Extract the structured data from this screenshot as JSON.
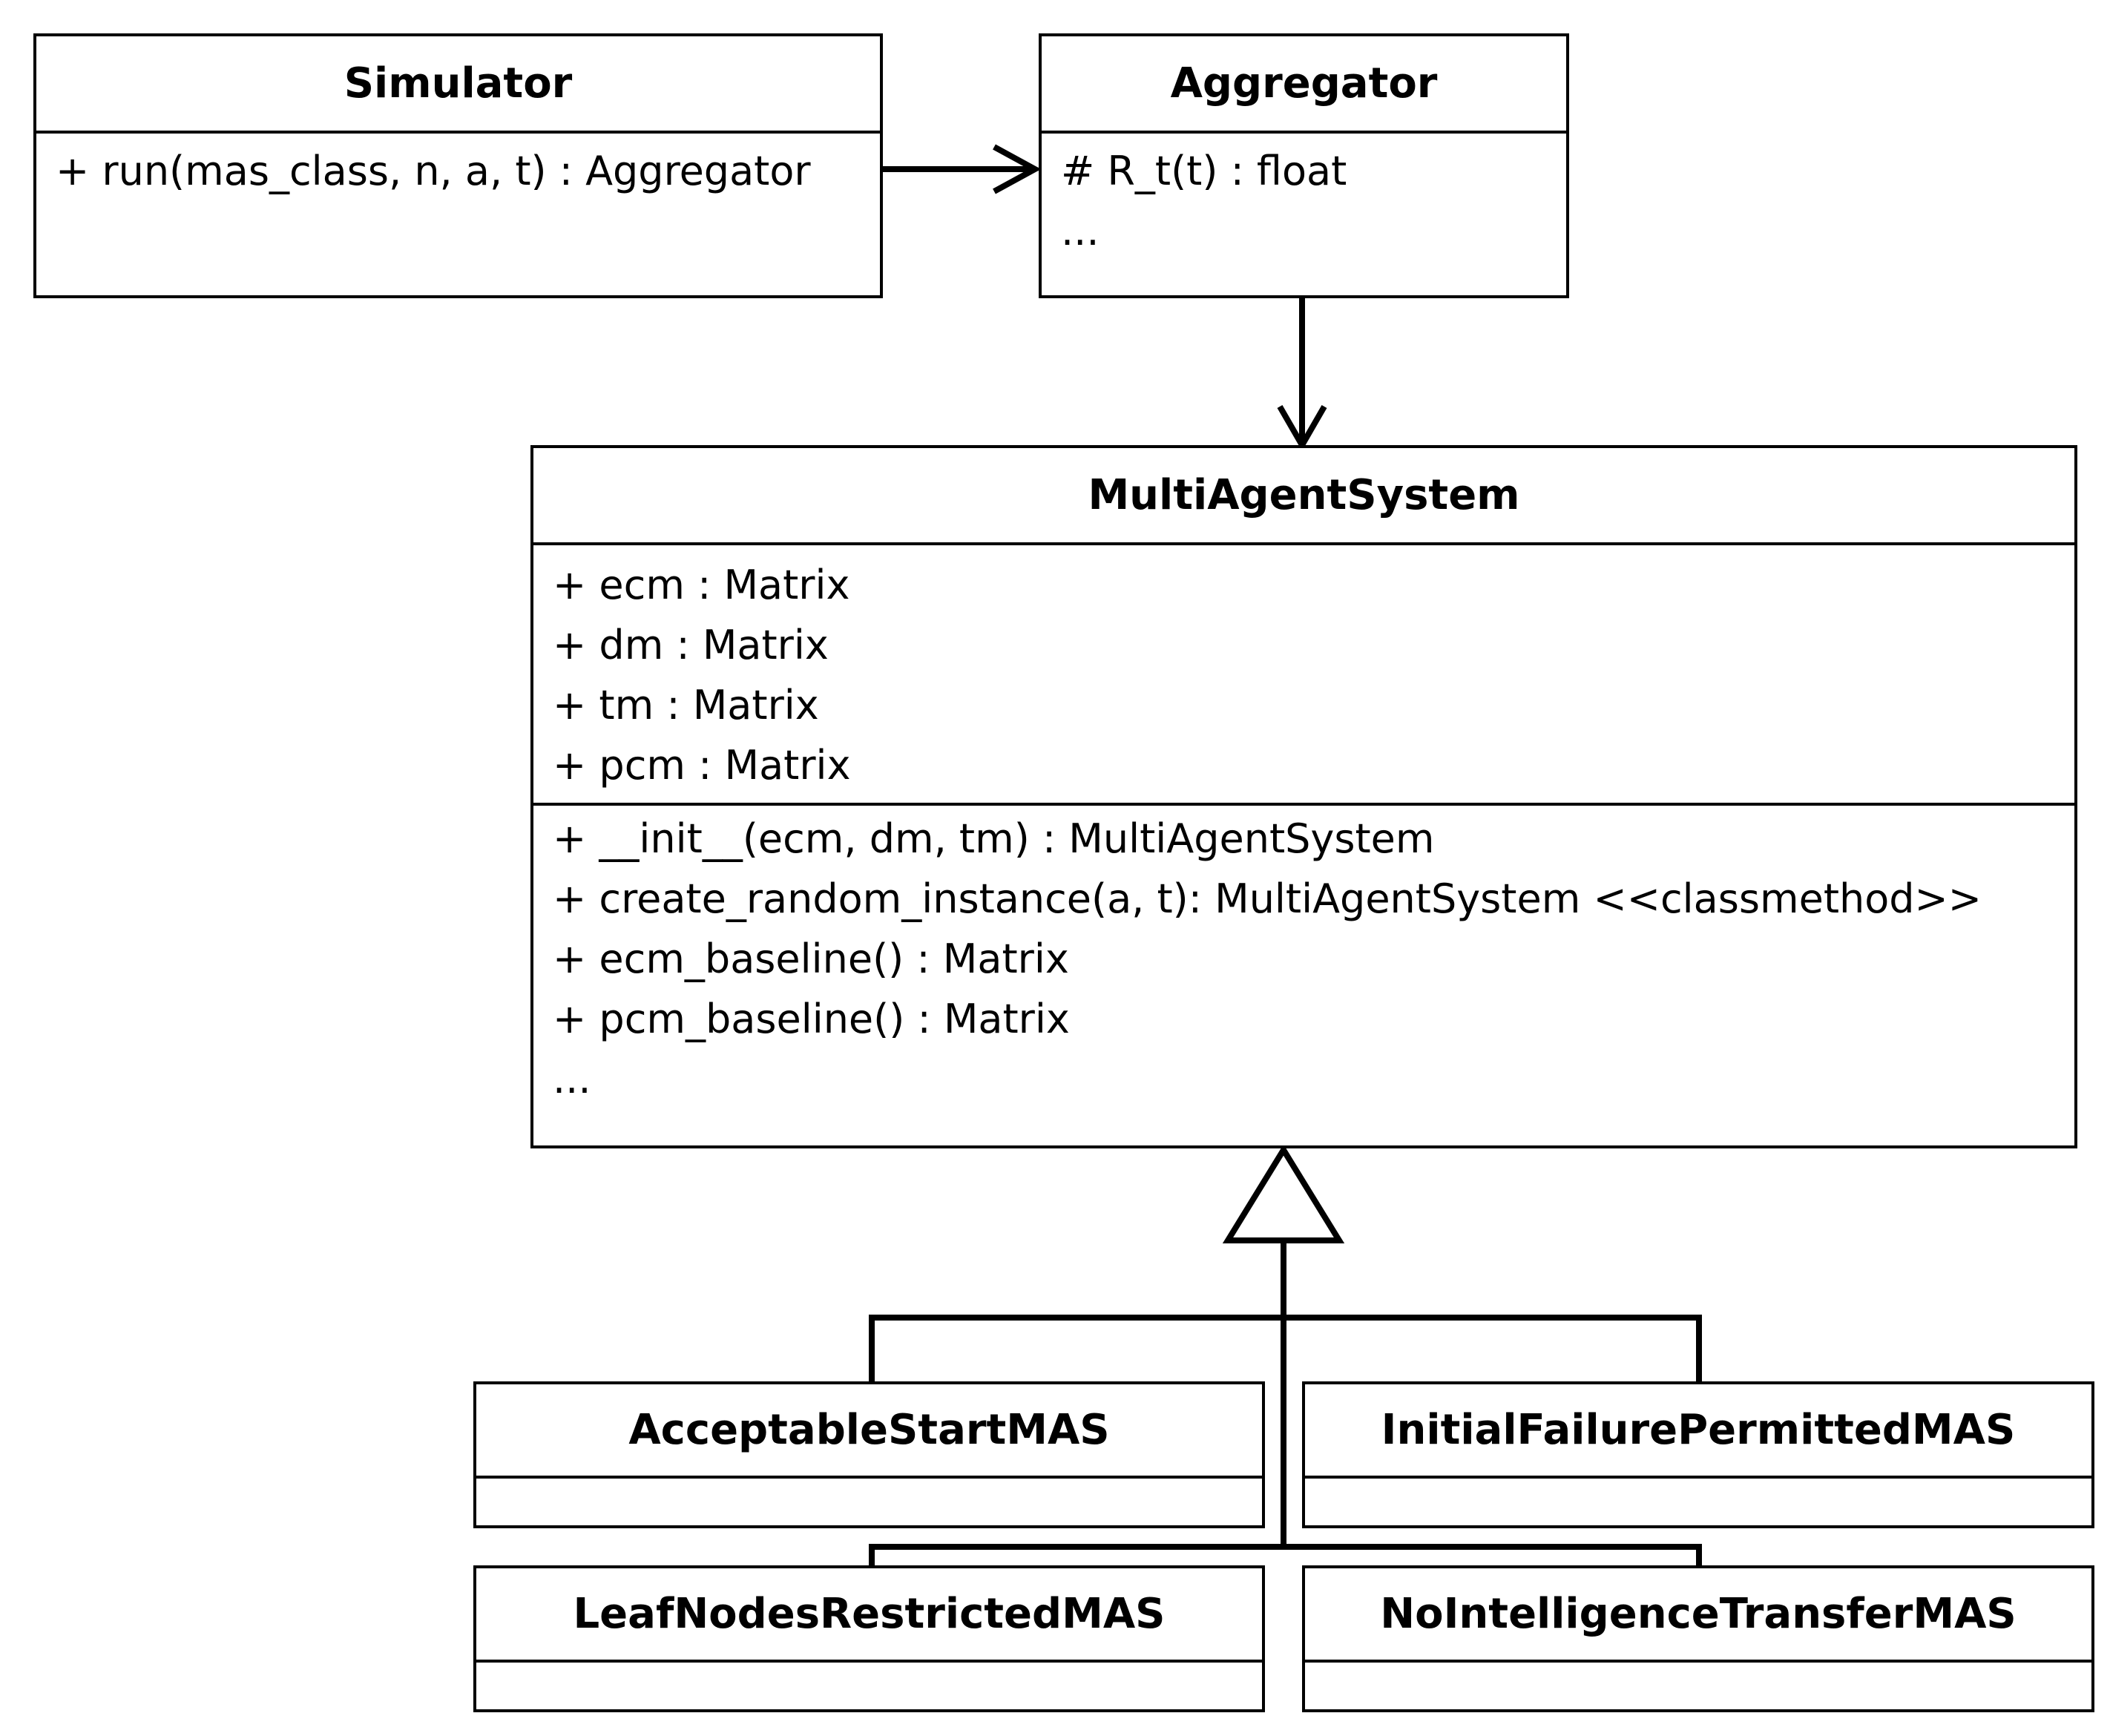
{
  "classes": {
    "simulator": {
      "name": "Simulator",
      "methods": [
        "+ run(mas_class, n, a, t) : Aggregator"
      ]
    },
    "aggregator": {
      "name": "Aggregator",
      "methods": [
        "# R_t(t) : float",
        "..."
      ]
    },
    "mas": {
      "name": "MultiAgentSystem",
      "attributes": [
        "+ ecm : Matrix",
        "+ dm : Matrix",
        "+ tm : Matrix",
        "+ pcm : Matrix"
      ],
      "methods": [
        "+ __init__(ecm, dm, tm) : MultiAgentSystem",
        "+ create_random_instance(a, t): MultiAgentSystem <<classmethod>>",
        "+ ecm_baseline() : Matrix",
        "+ pcm_baseline() : Matrix",
        "..."
      ]
    },
    "acceptable_start": {
      "name": "AcceptableStartMAS"
    },
    "initial_failure": {
      "name": "InitialFailurePermittedMAS"
    },
    "leaf_nodes": {
      "name": "LeafNodesRestrictedMAS"
    },
    "no_intelligence": {
      "name": "NoIntelligenceTransferMAS"
    }
  },
  "relations": [
    {
      "type": "association",
      "from": "Simulator",
      "to": "Aggregator"
    },
    {
      "type": "association",
      "from": "Aggregator",
      "to": "MultiAgentSystem"
    },
    {
      "type": "generalization",
      "from": "AcceptableStartMAS",
      "to": "MultiAgentSystem"
    },
    {
      "type": "generalization",
      "from": "InitialFailurePermittedMAS",
      "to": "MultiAgentSystem"
    },
    {
      "type": "generalization",
      "from": "LeafNodesRestrictedMAS",
      "to": "MultiAgentSystem"
    },
    {
      "type": "generalization",
      "from": "NoIntelligenceTransferMAS",
      "to": "MultiAgentSystem"
    }
  ]
}
